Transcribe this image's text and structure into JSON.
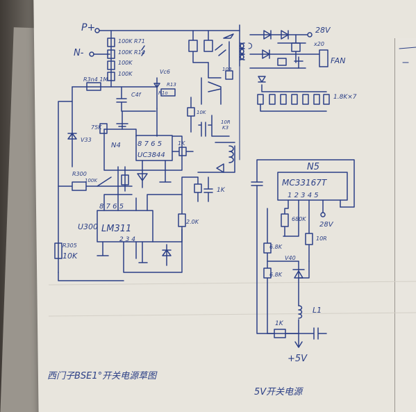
{
  "inputs": {
    "p_plus": "P+",
    "n_minus": "N-"
  },
  "left_circuit": {
    "resistor_chain": [
      "100K R71",
      "100K R14",
      "100K",
      "100K"
    ],
    "r1m": "R3n4 1M",
    "cap_c49": "C4f",
    "cap_vc6": "Vc6",
    "r74": "R1o",
    "r75k": "75K",
    "v33": "V33",
    "n4_label": "N4",
    "uc3844": "UC3844",
    "uc_pins": [
      "8",
      "7",
      "6",
      "5"
    ],
    "r1k": "1K",
    "r10k_a": "10K",
    "r10r_k": "10R\nK3",
    "r10r_top": "10R",
    "r300": "R300\n100K",
    "cap_p1k": "1K",
    "r_2k": "2K",
    "lm311": "LM311",
    "u300": "U300",
    "lm_pins_top": [
      "8",
      "7",
      "6",
      "5"
    ],
    "lm_pins_bot": [
      "2",
      "3",
      "4"
    ],
    "r305": "R305\n10K",
    "r2_0k": "2.0K",
    "output_28v": "28V",
    "fan_label": "FAN",
    "x20": "x20",
    "led_r": "1.8K×7"
  },
  "right_circuit": {
    "chip_ref": "N5",
    "chip_name": "MC33167T",
    "pins": [
      "1",
      "2",
      "3",
      "4",
      "5"
    ],
    "r680k": "680K",
    "v_28v": "28V",
    "r6_8k_a": "6.8K",
    "r6_8k_b": "6.8K",
    "r10r": "10R",
    "v40": "V40",
    "l1": "L1",
    "r1k": "1K",
    "out_5v": "+5V"
  },
  "captions": {
    "main": "西门子BSE1°开关电源草图",
    "right": "5V开关电源"
  }
}
